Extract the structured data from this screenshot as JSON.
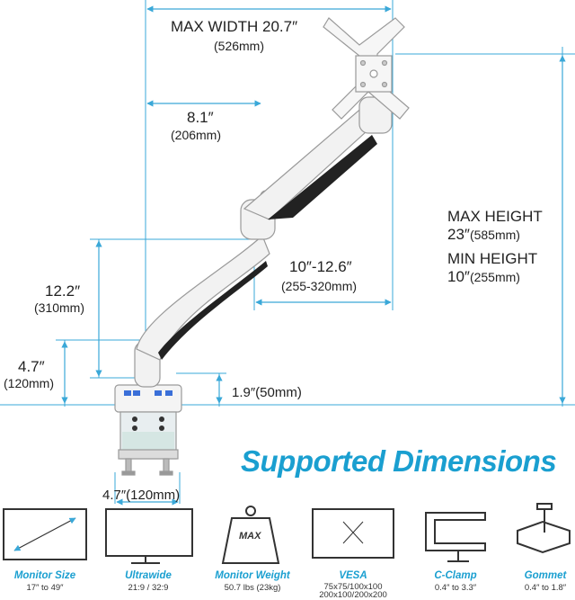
{
  "dimensions": {
    "max_width": {
      "main": "MAX WIDTH 20.7″",
      "sub": "(526mm)"
    },
    "arm_reach": {
      "main": "8.1″",
      "sub": "(206mm)"
    },
    "pole_height": {
      "main": "12.2″",
      "sub": "(310mm)"
    },
    "base_height": {
      "main": "4.7″",
      "sub": "(120mm)"
    },
    "clamp_offset": {
      "main": "1.9″(50mm)"
    },
    "extension": {
      "main": "10″-12.6″",
      "sub": "(255-320mm)"
    },
    "clamp_width": {
      "main": "4.7″(120mm)"
    },
    "max_height": {
      "title": "MAX HEIGHT",
      "value": "23″",
      "unit": "(585mm)"
    },
    "min_height": {
      "title": "MIN HEIGHT",
      "value": "10″",
      "unit": "(255mm)"
    }
  },
  "heading": "Supported Dimensions",
  "features": [
    {
      "title": "Monitor Size",
      "lines": [
        "17″ to 49″"
      ],
      "icon": "monitor-icon"
    },
    {
      "title": "Ultrawide",
      "lines": [
        "21:9 / 32:9"
      ],
      "icon": "ultrawide-icon"
    },
    {
      "title": "Monitor Weight",
      "lines": [
        "50.7 lbs (23kg)"
      ],
      "icon": "weight-icon",
      "badge": "MAX"
    },
    {
      "title": "VESA",
      "lines": [
        "75x75/100x100",
        "200x100/200x200"
      ],
      "icon": "vesa-icon"
    },
    {
      "title": "C-Clamp",
      "lines": [
        "0.4″ to 3.3″"
      ],
      "icon": "c-clamp-icon"
    },
    {
      "title": "Gommet",
      "lines": [
        "0.4″ to 1.8″"
      ],
      "icon": "grommet-icon"
    }
  ],
  "colors": {
    "accent": "#1a9fd0",
    "guide": "#3aa8d8",
    "arm": "#f2f2f2",
    "dark": "#222222"
  }
}
